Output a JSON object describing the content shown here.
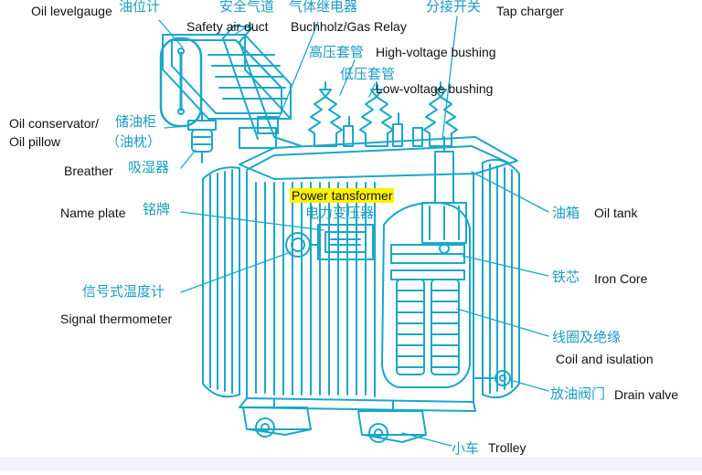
{
  "colors": {
    "line": "#1aa7c9",
    "chinese_text": "#1a9cc2",
    "english_text": "#111111",
    "highlight": "#fff200",
    "band": "#f1f4f8"
  },
  "labels": {
    "oil_level_gauge_en": "Oil levelgauge",
    "oil_level_gauge_zh": "油位计",
    "safety_air_duct_zh": "安全气道",
    "safety_air_duct_en": "Safety air duct",
    "gas_relay_zh": "气体继电器",
    "gas_relay_en": "Buchholz/Gas Relay",
    "tap_charger_zh": "分接开关",
    "tap_charger_en": "Tap charger",
    "hv_bushing_zh": "高压套管",
    "hv_bushing_en": "High-voltage bushing",
    "lv_bushing_zh": "低压套管",
    "lv_bushing_en": "Low-voltage bushing",
    "conservator_en_1": "Oil conservator/",
    "conservator_en_2": "Oil pillow",
    "conservator_zh_1": "储油柜",
    "conservator_zh_2": "（油枕）",
    "breather_en": "Breather",
    "breather_zh": "吸湿器",
    "title_en": "Power tansformer",
    "title_zh": "电力变压器",
    "name_plate_en": "Name plate",
    "name_plate_zh": "铭牌",
    "oil_tank_zh": "油箱",
    "oil_tank_en": "Oil tank",
    "iron_core_zh": "铁芯",
    "iron_core_en": "Iron Core",
    "thermometer_zh": "信号式温度计",
    "thermometer_en": "Signal thermometer",
    "coil_zh": "线圈及绝缘",
    "coil_en": "Coil and isulation",
    "drain_valve_zh": "放油阀门",
    "drain_valve_en": "Drain valve",
    "trolley_zh": "小车",
    "trolley_en": "Trolley"
  }
}
